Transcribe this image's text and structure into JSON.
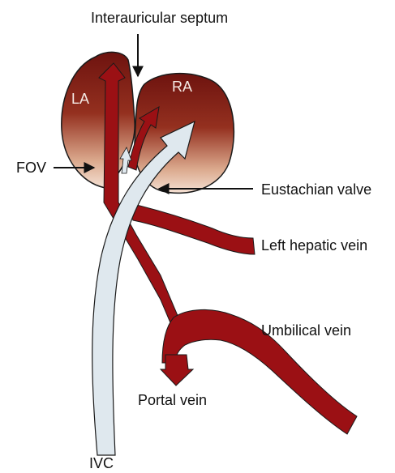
{
  "labels": {
    "interauricular_septum": "Interauricular septum",
    "la": "LA",
    "ra": "RA",
    "fov": "FOV",
    "eustachian_valve": "Eustachian valve",
    "left_hepatic_vein": "Left hepatic vein",
    "umbilical_vein": "Umbilical vein",
    "portal_vein": "Portal vein",
    "ivc": "IVC"
  },
  "colors": {
    "vessel_red": "#9b1014",
    "atrium_dark": "#7a1512",
    "atrium_light": "#f2d8c8",
    "flow_arrow": "#dfe8ee",
    "outline": "#1a1a1a"
  }
}
